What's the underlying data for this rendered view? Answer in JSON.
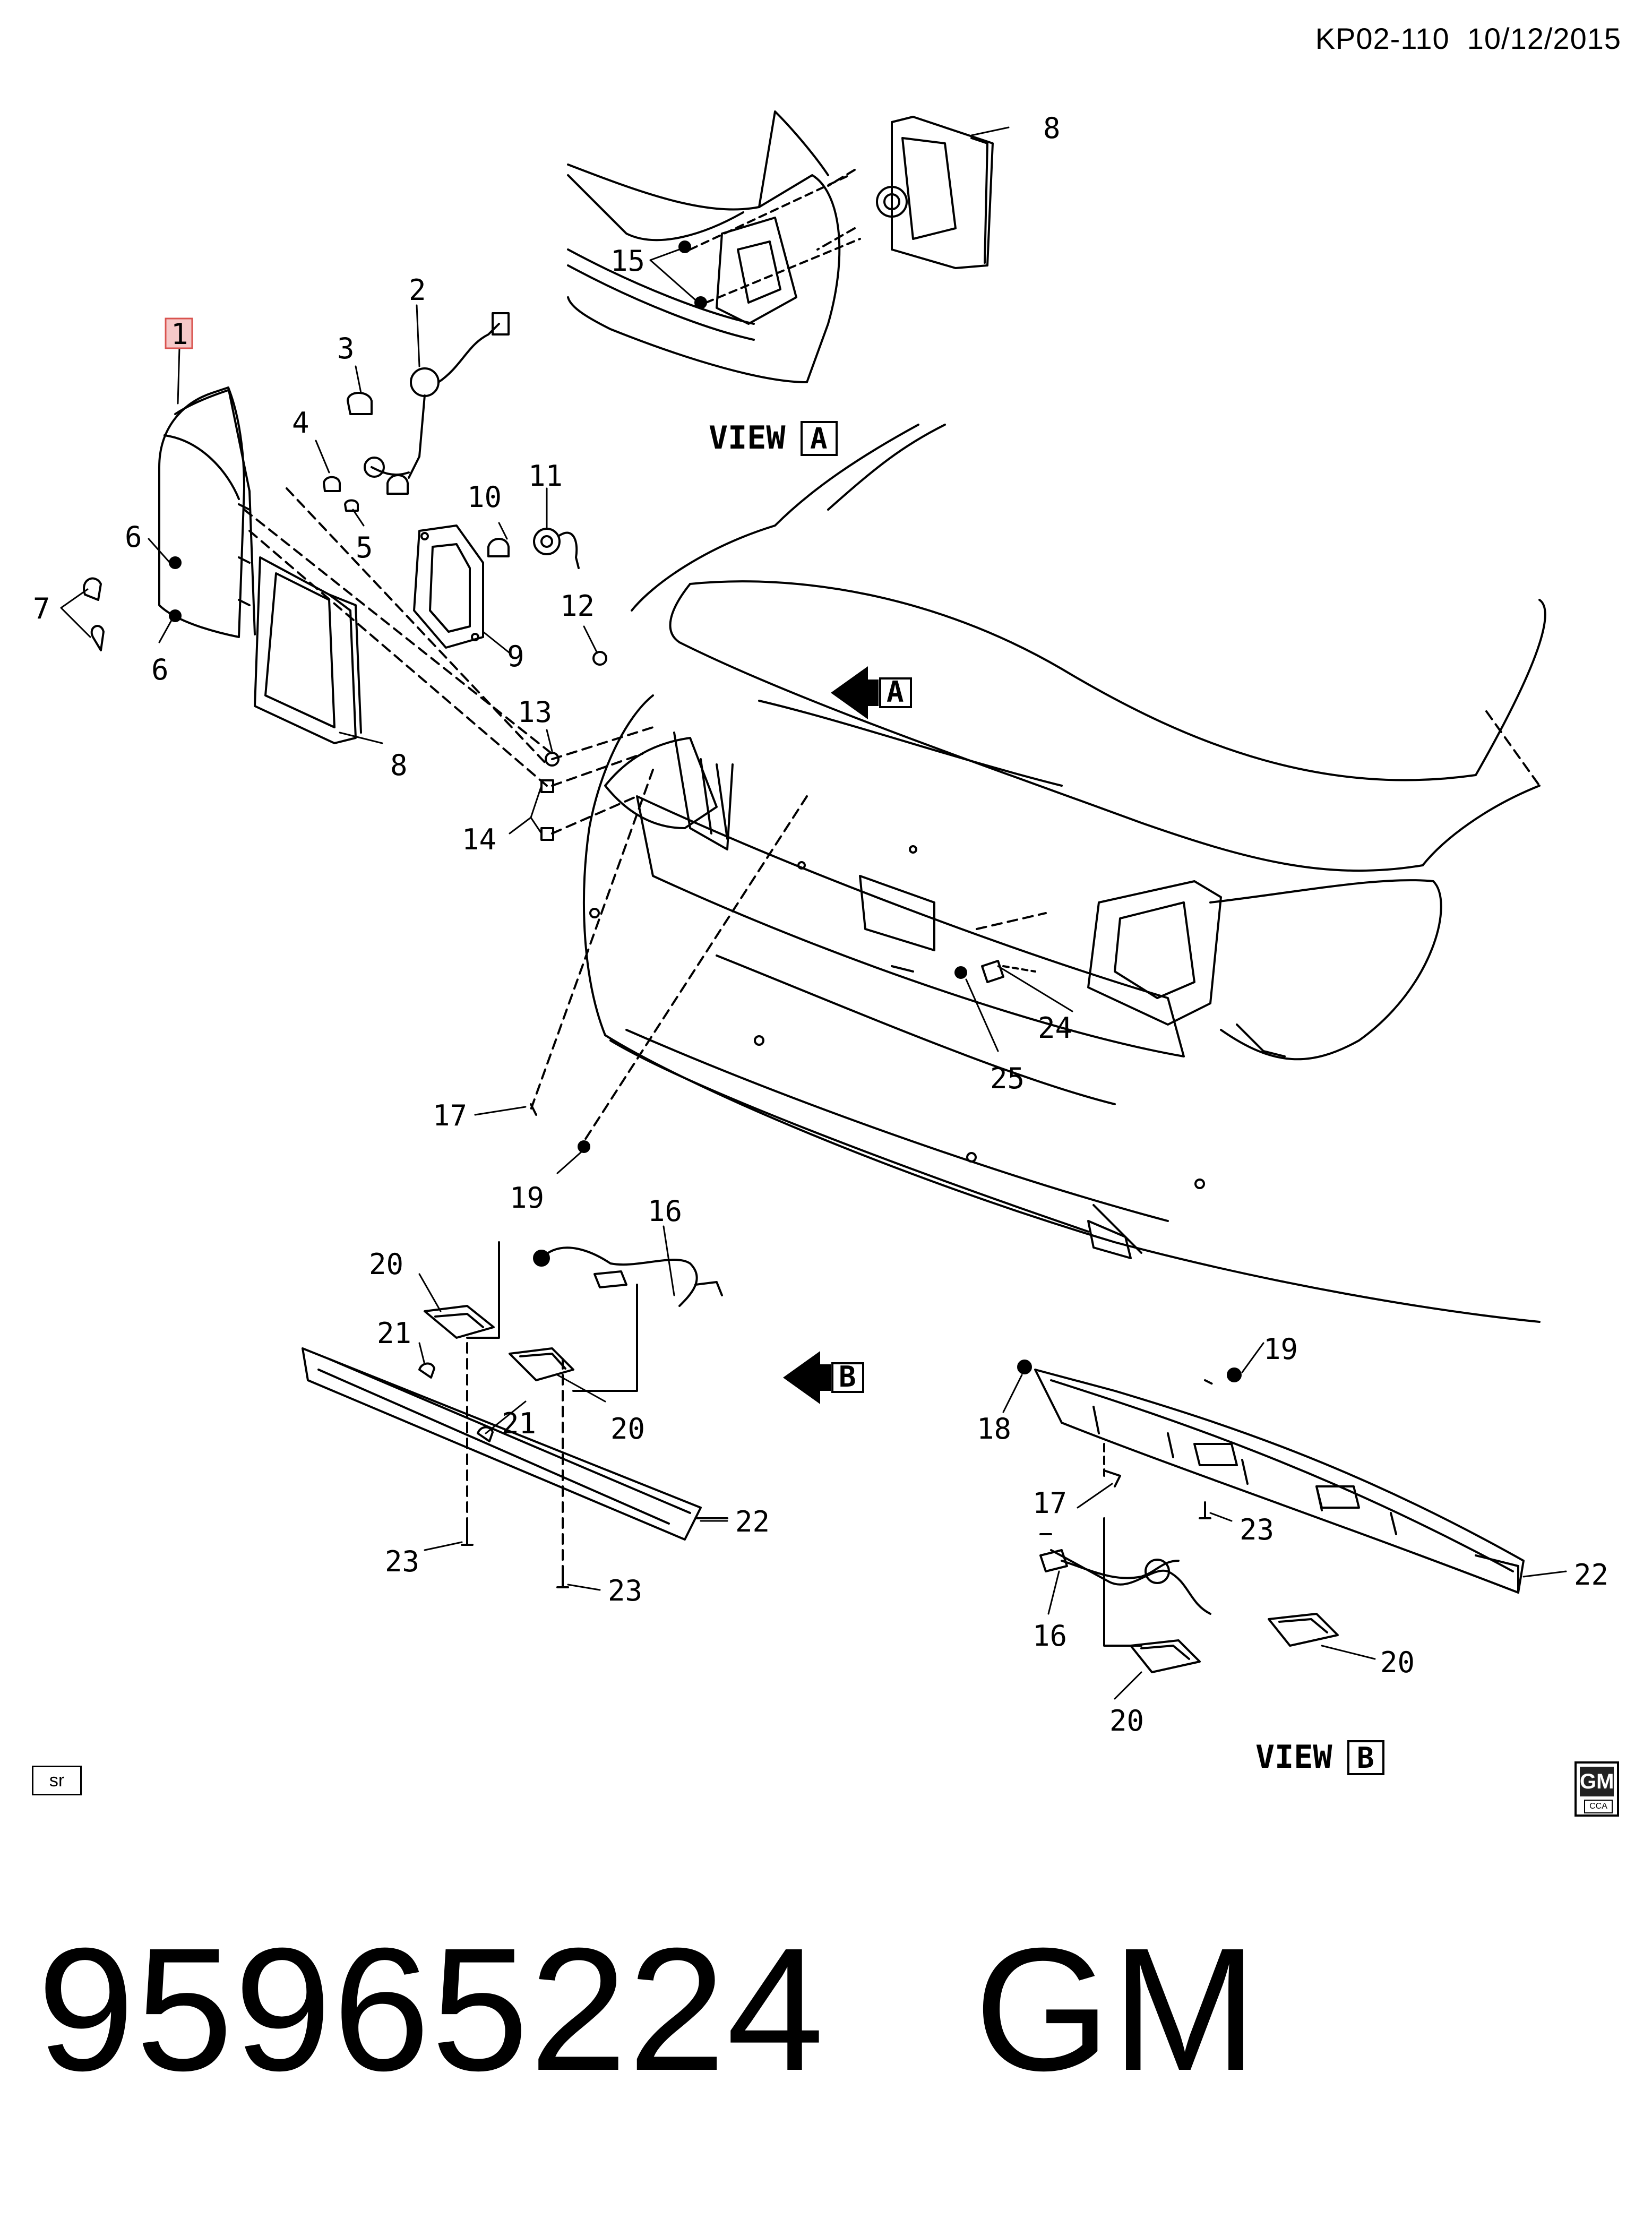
{
  "header": {
    "doc_code": "KP02-110  10/12/2015"
  },
  "part_number": "95965224   GM",
  "sr_label": "sr",
  "logo": {
    "text": "GM",
    "sub": "CCA"
  },
  "views": {
    "view_a_word": "VIEW",
    "view_a_letter": "A",
    "view_b_word": "VIEW",
    "view_b_letter": "B",
    "arrow_a_letter": "A",
    "arrow_b_letter": "B"
  },
  "callouts": {
    "c1": "1",
    "c2": "2",
    "c3": "3",
    "c4": "4",
    "c5": "5",
    "c6a": "6",
    "c6b": "6",
    "c7": "7",
    "c8a": "8",
    "c8b": "8",
    "c9": "9",
    "c10": "10",
    "c11": "11",
    "c12": "12",
    "c13": "13",
    "c14": "14",
    "c15": "15",
    "c16a": "16",
    "c16b": "16",
    "c17a": "17",
    "c17b": "17",
    "c18": "18",
    "c19a": "19",
    "c19b": "19",
    "c20a": "20",
    "c20b": "20",
    "c20c": "20",
    "c20d": "20",
    "c21a": "21",
    "c21b": "21",
    "c22a": "22",
    "c22b": "22",
    "c23a": "23",
    "c23b": "23",
    "c23c": "23",
    "c24": "24",
    "c25": "25"
  },
  "colors": {
    "line": "#000000",
    "highlight": "#f6c9c9",
    "highlight_border": "#d9534f"
  }
}
